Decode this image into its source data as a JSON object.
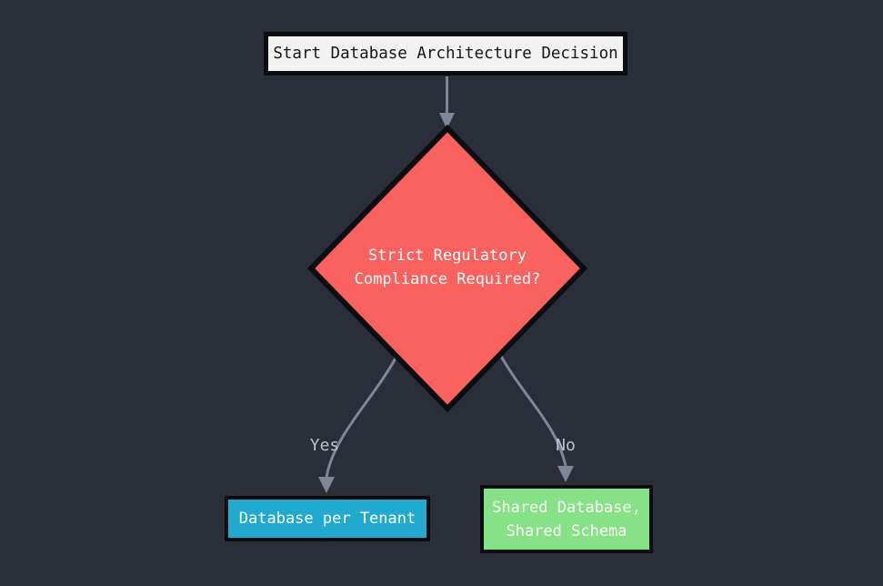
{
  "diagram": {
    "type": "flowchart",
    "background": "#2a2e38",
    "nodes": {
      "start": {
        "label": "Start Database Architecture Decision",
        "shape": "rectangle",
        "fill": "#f2f2f2",
        "text_color": "#15171c"
      },
      "decision": {
        "label": "Strict Regulatory Compliance Required?",
        "line1": "Strict Regulatory",
        "line2": "Compliance Required?",
        "shape": "diamond",
        "fill": "#fa625f",
        "text_color": "#ffffff"
      },
      "database_per_tenant": {
        "label": "Database per Tenant",
        "shape": "rectangle",
        "fill": "#21a9cf",
        "text_color": "#ffffff"
      },
      "shared_database": {
        "label": "Shared Database, Shared Schema",
        "line1": "Shared Database,",
        "line2": "Shared Schema",
        "shape": "rectangle",
        "fill": "#86e286",
        "text_color": "#ffffff"
      }
    },
    "edges": [
      {
        "from": "start",
        "to": "decision",
        "label": ""
      },
      {
        "from": "decision",
        "to": "database_per_tenant",
        "label": "Yes"
      },
      {
        "from": "decision",
        "to": "shared_database",
        "label": "No"
      }
    ],
    "edge_style": {
      "arrow_color": "#7e8798",
      "label_color": "#bcc2cc",
      "node_border_color": "#0c0d10"
    }
  }
}
